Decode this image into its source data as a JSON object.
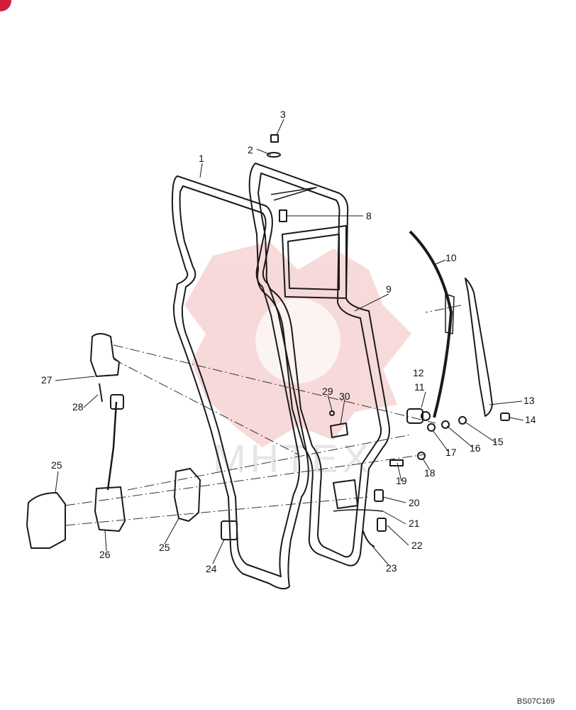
{
  "diagram": {
    "drawing_code": "BS07C169",
    "watermark_text": "MHTEX",
    "callouts": [
      "1",
      "2",
      "3",
      "8",
      "9",
      "10",
      "11",
      "12",
      "13",
      "14",
      "15",
      "16",
      "17",
      "18",
      "19",
      "20",
      "21",
      "22",
      "23",
      "24",
      "25",
      "25",
      "26",
      "27",
      "28",
      "29",
      "30"
    ]
  },
  "colors": {
    "line": "#1a1a1a",
    "watermark": "#f3c9c9",
    "badge": "#d01f3c"
  }
}
